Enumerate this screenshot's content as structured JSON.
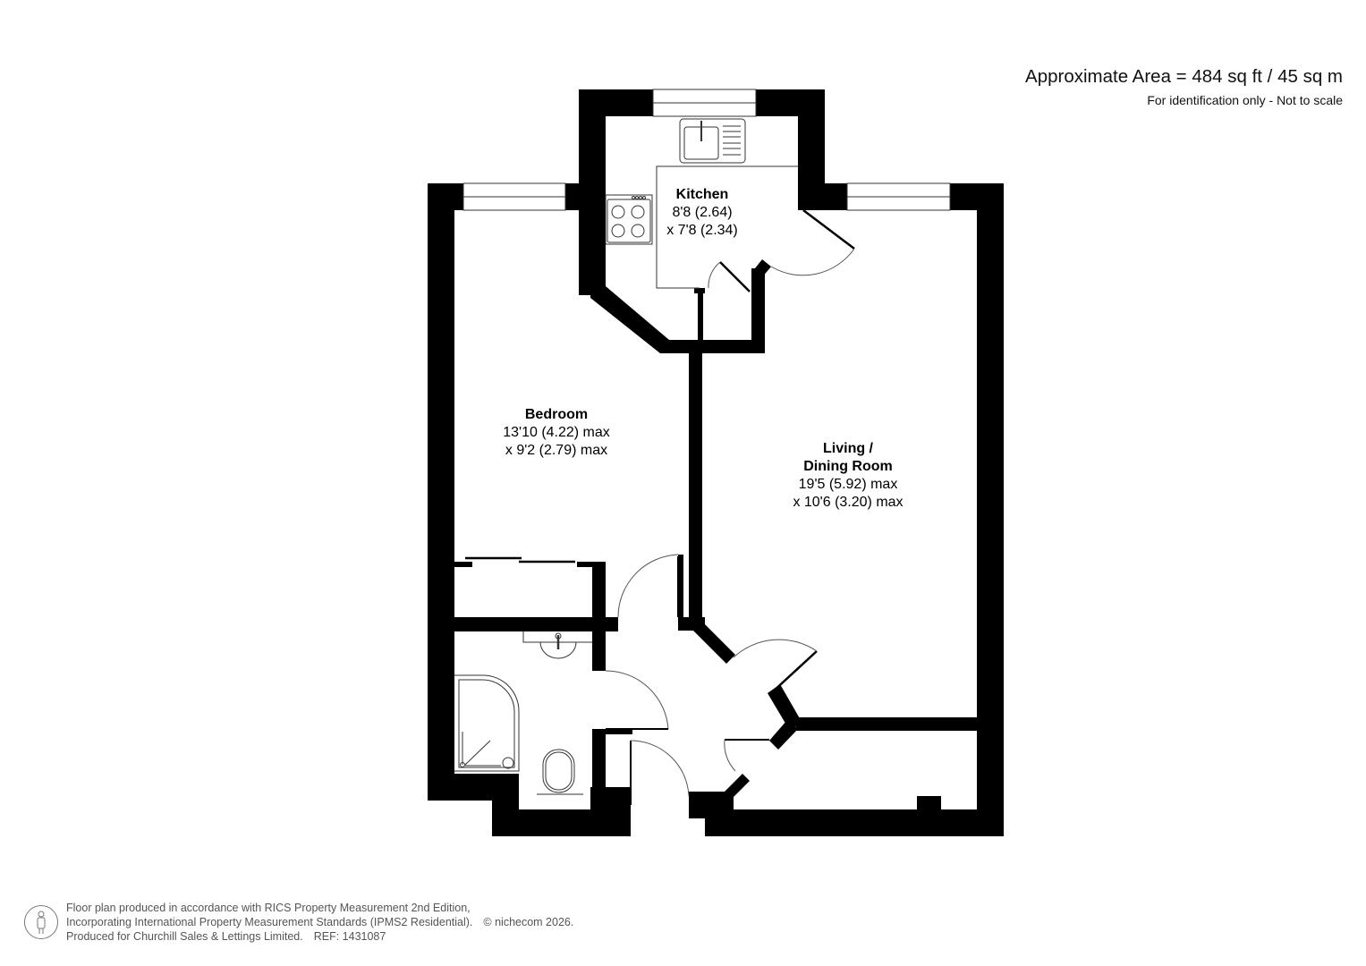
{
  "header": {
    "area_title": "Approximate Area = 484 sq ft / 45 sq m",
    "area_subtitle": "For identification only - Not to scale"
  },
  "rooms": {
    "kitchen": {
      "name": "Kitchen",
      "dim1": "8'8 (2.64)",
      "dim2": "x 7'8 (2.34)"
    },
    "bedroom": {
      "name": "Bedroom",
      "dim1": "13'10 (4.22) max",
      "dim2": "x 9'2 (2.79) max"
    },
    "living": {
      "name_line1": "Living /",
      "name_line2": "Dining Room",
      "dim1": "19'5 (5.92) max",
      "dim2": "x 10'6 (3.20) max"
    }
  },
  "fixtures": {
    "icons": [
      "sink-icon",
      "hob-icon",
      "washbasin-icon",
      "shower-icon",
      "toilet-icon",
      "window-icon",
      "door-icon",
      "wardrobe-icon"
    ]
  },
  "colors": {
    "wall": "#000000",
    "background": "#ffffff",
    "footer_text": "#555555"
  },
  "footer": {
    "line1": "Floor plan produced in accordance with RICS Property Measurement 2nd Edition,",
    "line2": "Incorporating International Property Measurement Standards (IPMS2 Residential).",
    "copyright": "© nichecom 2026.",
    "line3": "Produced for Churchill Sales & Lettings Limited.",
    "ref": "REF: 1431087"
  }
}
